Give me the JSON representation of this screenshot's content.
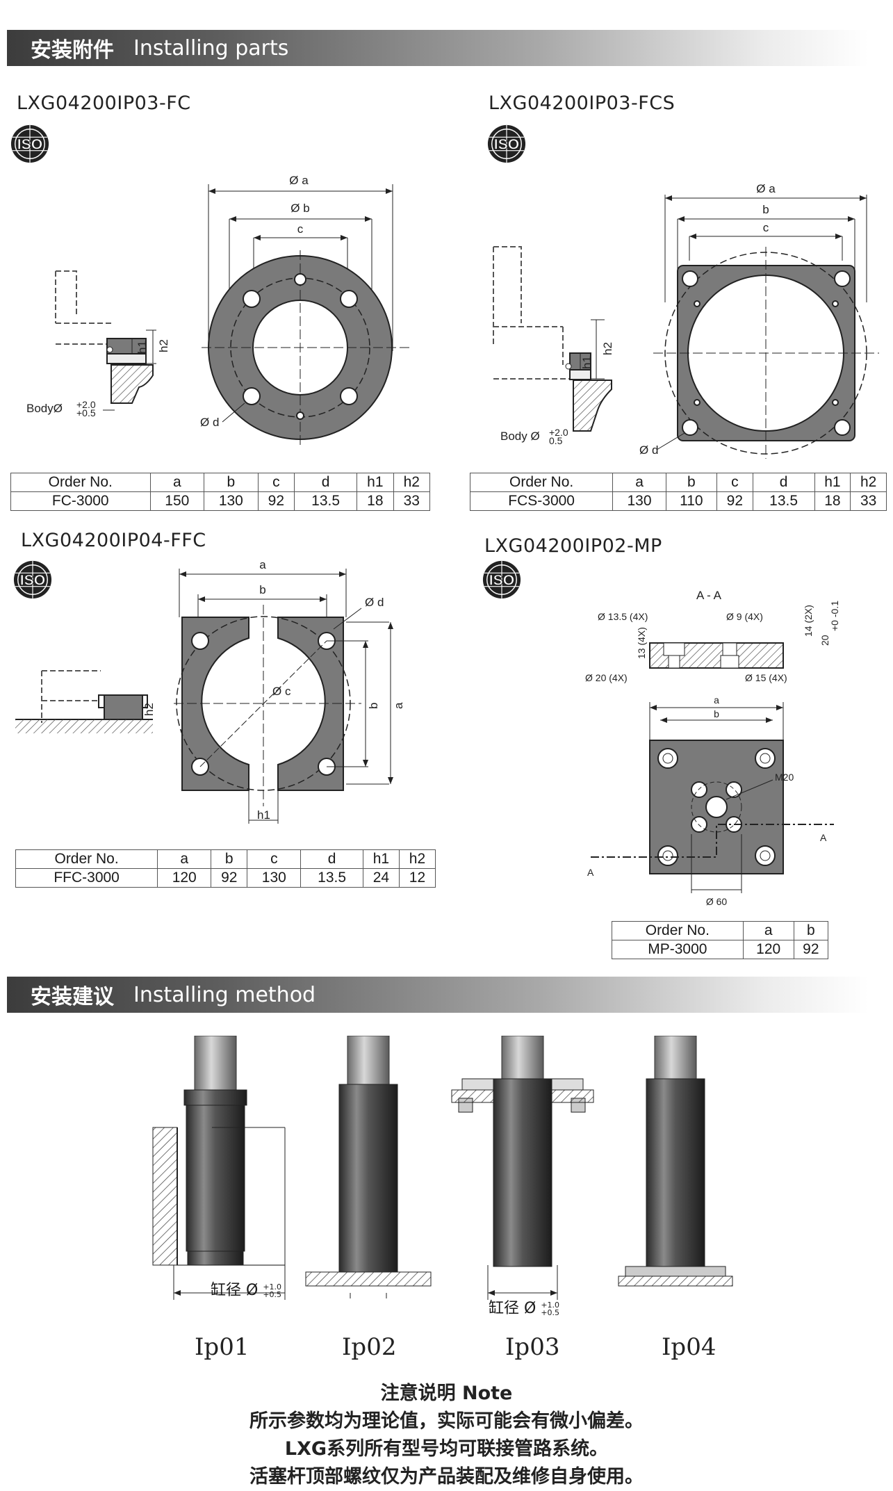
{
  "sections": {
    "parts": {
      "zh": "安装附件",
      "en": "Installing parts"
    },
    "method": {
      "zh": "安装建议",
      "en": "Installing method"
    }
  },
  "iso_logo_text": "ISO",
  "products": {
    "fc": {
      "code": "LXG04200IP03-FC",
      "labels": {
        "a": "Ø a",
        "b": "Ø b",
        "c": "c",
        "d": "Ø d",
        "h1": "h1",
        "h2": "h2",
        "body": "BodyØ",
        "tol_top": "+2.0",
        "tol_bot": "+0.5"
      }
    },
    "fcs": {
      "code": "LXG04200IP03-FCS",
      "labels": {
        "a": "Ø a",
        "b": "b",
        "c": "c",
        "d": "Ø d",
        "h1": "h1",
        "h2": "h2",
        "body": "Body Ø",
        "tol_top": "+2.0",
        "tol_bot": "0.5"
      }
    },
    "ffc": {
      "code": "LXG04200IP04-FFC",
      "labels": {
        "a": "a",
        "b": "b",
        "c": "Ø c",
        "d": "Ø d",
        "h1": "h1",
        "h2": "h2",
        "b_side": "b",
        "a_side": "a"
      }
    },
    "mp": {
      "code": "LXG04200IP02-MP",
      "labels": {
        "section": "A - A",
        "d135": "Ø 13.5 (4X)",
        "d9": "Ø 9 (4X)",
        "h13": "13 (4X)",
        "h14": "14 (2X)",
        "h20": "20",
        "tol20": "+0 -0.1",
        "d20": "Ø 20 (4X)",
        "d15": "Ø 15 (4X)",
        "a": "a",
        "b": "b",
        "m20": "M20",
        "cut": "A",
        "d60": "Ø 60"
      }
    }
  },
  "tables": {
    "fc": {
      "headers": [
        "Order No.",
        "a",
        "b",
        "c",
        "d",
        "h1",
        "h2"
      ],
      "row": [
        "FC-3000",
        "150",
        "130",
        "92",
        "13.5",
        "18",
        "33"
      ]
    },
    "fcs": {
      "headers": [
        "Order No.",
        "a",
        "b",
        "c",
        "d",
        "h1",
        "h2"
      ],
      "row": [
        "FCS-3000",
        "130",
        "110",
        "92",
        "13.5",
        "18",
        "33"
      ]
    },
    "ffc": {
      "headers": [
        "Order No.",
        "a",
        "b",
        "c",
        "d",
        "h1",
        "h2"
      ],
      "row": [
        "FFC-3000",
        "120",
        "92",
        "130",
        "13.5",
        "24",
        "12"
      ]
    },
    "mp": {
      "headers": [
        "Order No.",
        "a",
        "b"
      ],
      "row": [
        "MP-3000",
        "120",
        "92"
      ]
    }
  },
  "methods": [
    {
      "label": "Ip01"
    },
    {
      "label": "Ip02"
    },
    {
      "label": "Ip03"
    },
    {
      "label": "Ip04"
    }
  ],
  "bore": {
    "text": "缸径 Ø",
    "tol_top": "+1.0",
    "tol_bot": "+0.5"
  },
  "notes": [
    "注意说明 Note",
    "所示参数均为理论值，实际可能会有微小偏差。",
    "LXG系列所有型号均可联接管路系统。",
    "活塞杆顶部螺纹仅为产品装配及维修自身使用。"
  ]
}
